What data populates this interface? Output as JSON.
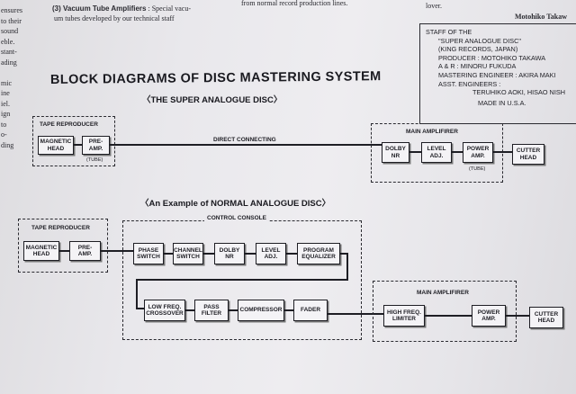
{
  "left_column": {
    "lines": [
      "ensures",
      "to their",
      "sound",
      "eble.",
      "stant-",
      "ading",
      "",
      "mic",
      "ine",
      "iel.",
      "ign",
      "to",
      "o-",
      "ding"
    ]
  },
  "top_text": {
    "vacuum_heading": "(3) Vacuum Tube Amplifiers",
    "vacuum_rest": " : Special vacu-",
    "vacuum_line2": "um tubes developed by our technical staff",
    "record_line": "from normal record production lines.",
    "lover": "lover.",
    "signature": "Motohiko Takaw"
  },
  "staff": {
    "lines": [
      "STAFF OF THE",
      "\"SUPER ANALOGUE DISC\"",
      "(KING RECORDS, JAPAN)",
      "PRODUCER : MOTOHIKO TAKAWA",
      "A & R : MINORU FUKUDA",
      "MASTERING ENGINEER : AKIRA MAKI",
      "ASST. ENGINEERS :",
      "TERUHIKO AOKI, HISAO NISH",
      "MADE IN U.S.A."
    ]
  },
  "main_title": "BLOCK DIAGRAMS OF DISC MASTERING SYSTEM",
  "super": {
    "subtitle": "〈THE SUPER ANALOGUE DISC〉",
    "tape_label": "TAPE REPRODUCER",
    "magnetic_head": "MAGNETIC\nHEAD",
    "pre_amp": "PRE-\nAMP.",
    "tube_note": "(TUBE)",
    "direct": "DIRECT CONNECTING",
    "amp_label": "MAIN AMPLIFIRER",
    "dolby": "DOLBY\nNR",
    "level": "LEVEL\nADJ.",
    "power": "POWER\nAMP.",
    "power_note": "(TUBE)",
    "cutter": "CUTTER\nHEAD"
  },
  "normal": {
    "subtitle": "〈An Example of NORMAL ANALOGUE DISC〉",
    "tape_label": "TAPE REPRODUCER",
    "magnetic_head": "MAGNETIC\nHEAD",
    "pre_amp": "PRE-\nAMP.",
    "console_label": "CONTROL CONSOLE",
    "phase": "PHASE\nSWITCH",
    "channel": "CHANNEL\nSWITCH",
    "dolby": "DOLBY\nNR",
    "level": "LEVEL\nADJ.",
    "program_eq": "PROGRAM\nEQUALIZER",
    "low_freq": "LOW FREQ.\nCROSSOVER",
    "pass_filter": "PASS\nFILTER",
    "compressor": "COMPRESSOR",
    "fader": "FADER",
    "amp_label": "MAIN AMPLIFIRER",
    "high_freq": "HIGH FREQ.\nLIMITER",
    "power": "POWER\nAMP.",
    "cutter": "CUTTER\nHEAD"
  }
}
